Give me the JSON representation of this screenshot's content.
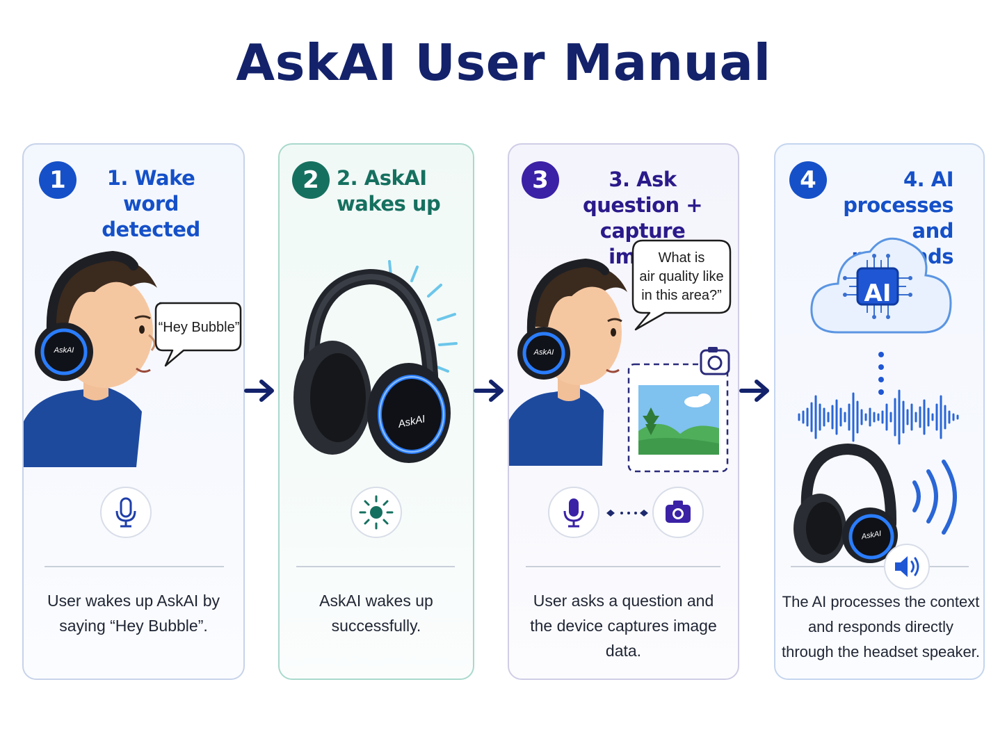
{
  "title": "AskAI User Manual",
  "colors": {
    "navy": "#13226a",
    "blue": "#1550c8",
    "teal": "#16705f",
    "purple": "#3a21a5",
    "glow": "#2a7dff"
  },
  "steps": [
    {
      "number": "1",
      "title_line1": "1. Wake word",
      "title_line2": "detected",
      "bubble": "“Hey Bubble”",
      "headset_label": "AskAI",
      "icon": "microphone-icon",
      "description_line1": "User wakes up AskAI by",
      "description_line2": "saying “Hey Bubble”."
    },
    {
      "number": "2",
      "title_line1": "2. AskAI",
      "title_line2": "wakes up",
      "headset_label": "AskAI",
      "icon": "sun-icon",
      "description_line1": "AskAI wakes up",
      "description_line2": "successfully."
    },
    {
      "number": "3",
      "title_line1": "3. Ask question +",
      "title_line2": "capture image",
      "bubble_line1": "What is",
      "bubble_line2": "air quality like",
      "bubble_line3": "in this area?”",
      "headset_label": "AskAI",
      "icon": "microphone-icon",
      "icon2": "camera-icon",
      "description_line1": "User asks a question and",
      "description_line2": "the device captures image",
      "description_line3": "data."
    },
    {
      "number": "4",
      "title_line1": "4. AI processes",
      "title_line2": "and responds",
      "cloud_label": "AI",
      "headset_label": "AskAI",
      "icon": "speaker-icon",
      "description_line1": "The AI processes the context",
      "description_line2": "and responds directly",
      "description_line3": "through the headset speaker."
    }
  ]
}
